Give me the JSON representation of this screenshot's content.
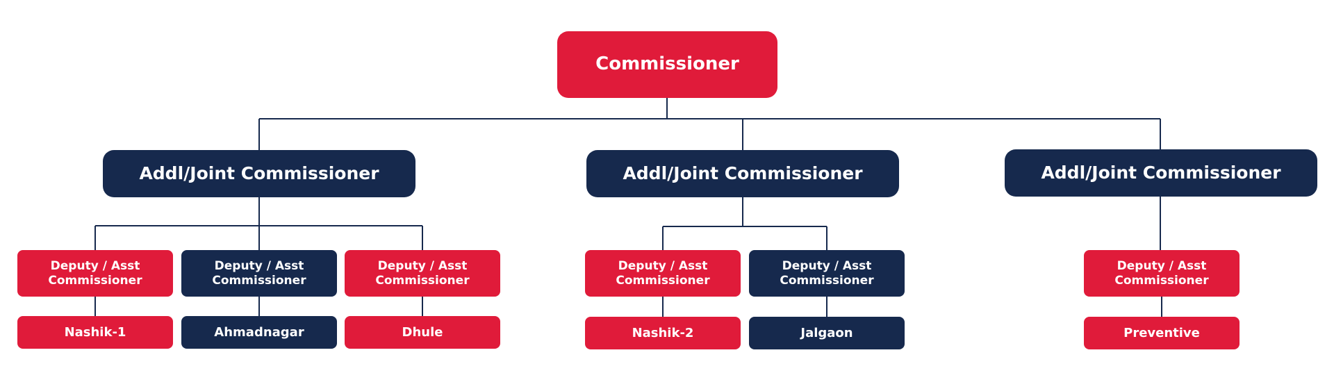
{
  "colors": {
    "red": "#e01b3a",
    "navy": "#16294d",
    "connector": "#16294d",
    "text": "#ffffff"
  },
  "root": {
    "label": "Commissioner",
    "color": "red"
  },
  "branches": [
    {
      "label": "Addl/Joint Commissioner",
      "color": "navy",
      "children": [
        {
          "label": "Deputy / Asst Commissioner",
          "color": "red",
          "office": {
            "label": "Nashik-1",
            "color": "red"
          }
        },
        {
          "label": "Deputy / Asst Commissioner",
          "color": "navy",
          "office": {
            "label": "Ahmadnagar",
            "color": "navy"
          }
        },
        {
          "label": "Deputy / Asst Commissioner",
          "color": "red",
          "office": {
            "label": "Dhule",
            "color": "red"
          }
        }
      ]
    },
    {
      "label": "Addl/Joint Commissioner",
      "color": "navy",
      "children": [
        {
          "label": "Deputy / Asst Commissioner",
          "color": "red",
          "office": {
            "label": "Nashik-2",
            "color": "red"
          }
        },
        {
          "label": "Deputy / Asst Commissioner",
          "color": "navy",
          "office": {
            "label": "Jalgaon",
            "color": "navy"
          }
        }
      ]
    },
    {
      "label": "Addl/Joint Commissioner",
      "color": "navy",
      "children": [
        {
          "label": "Deputy / Asst Commissioner",
          "color": "red",
          "office": {
            "label": "Preventive",
            "color": "red"
          }
        }
      ]
    }
  ]
}
